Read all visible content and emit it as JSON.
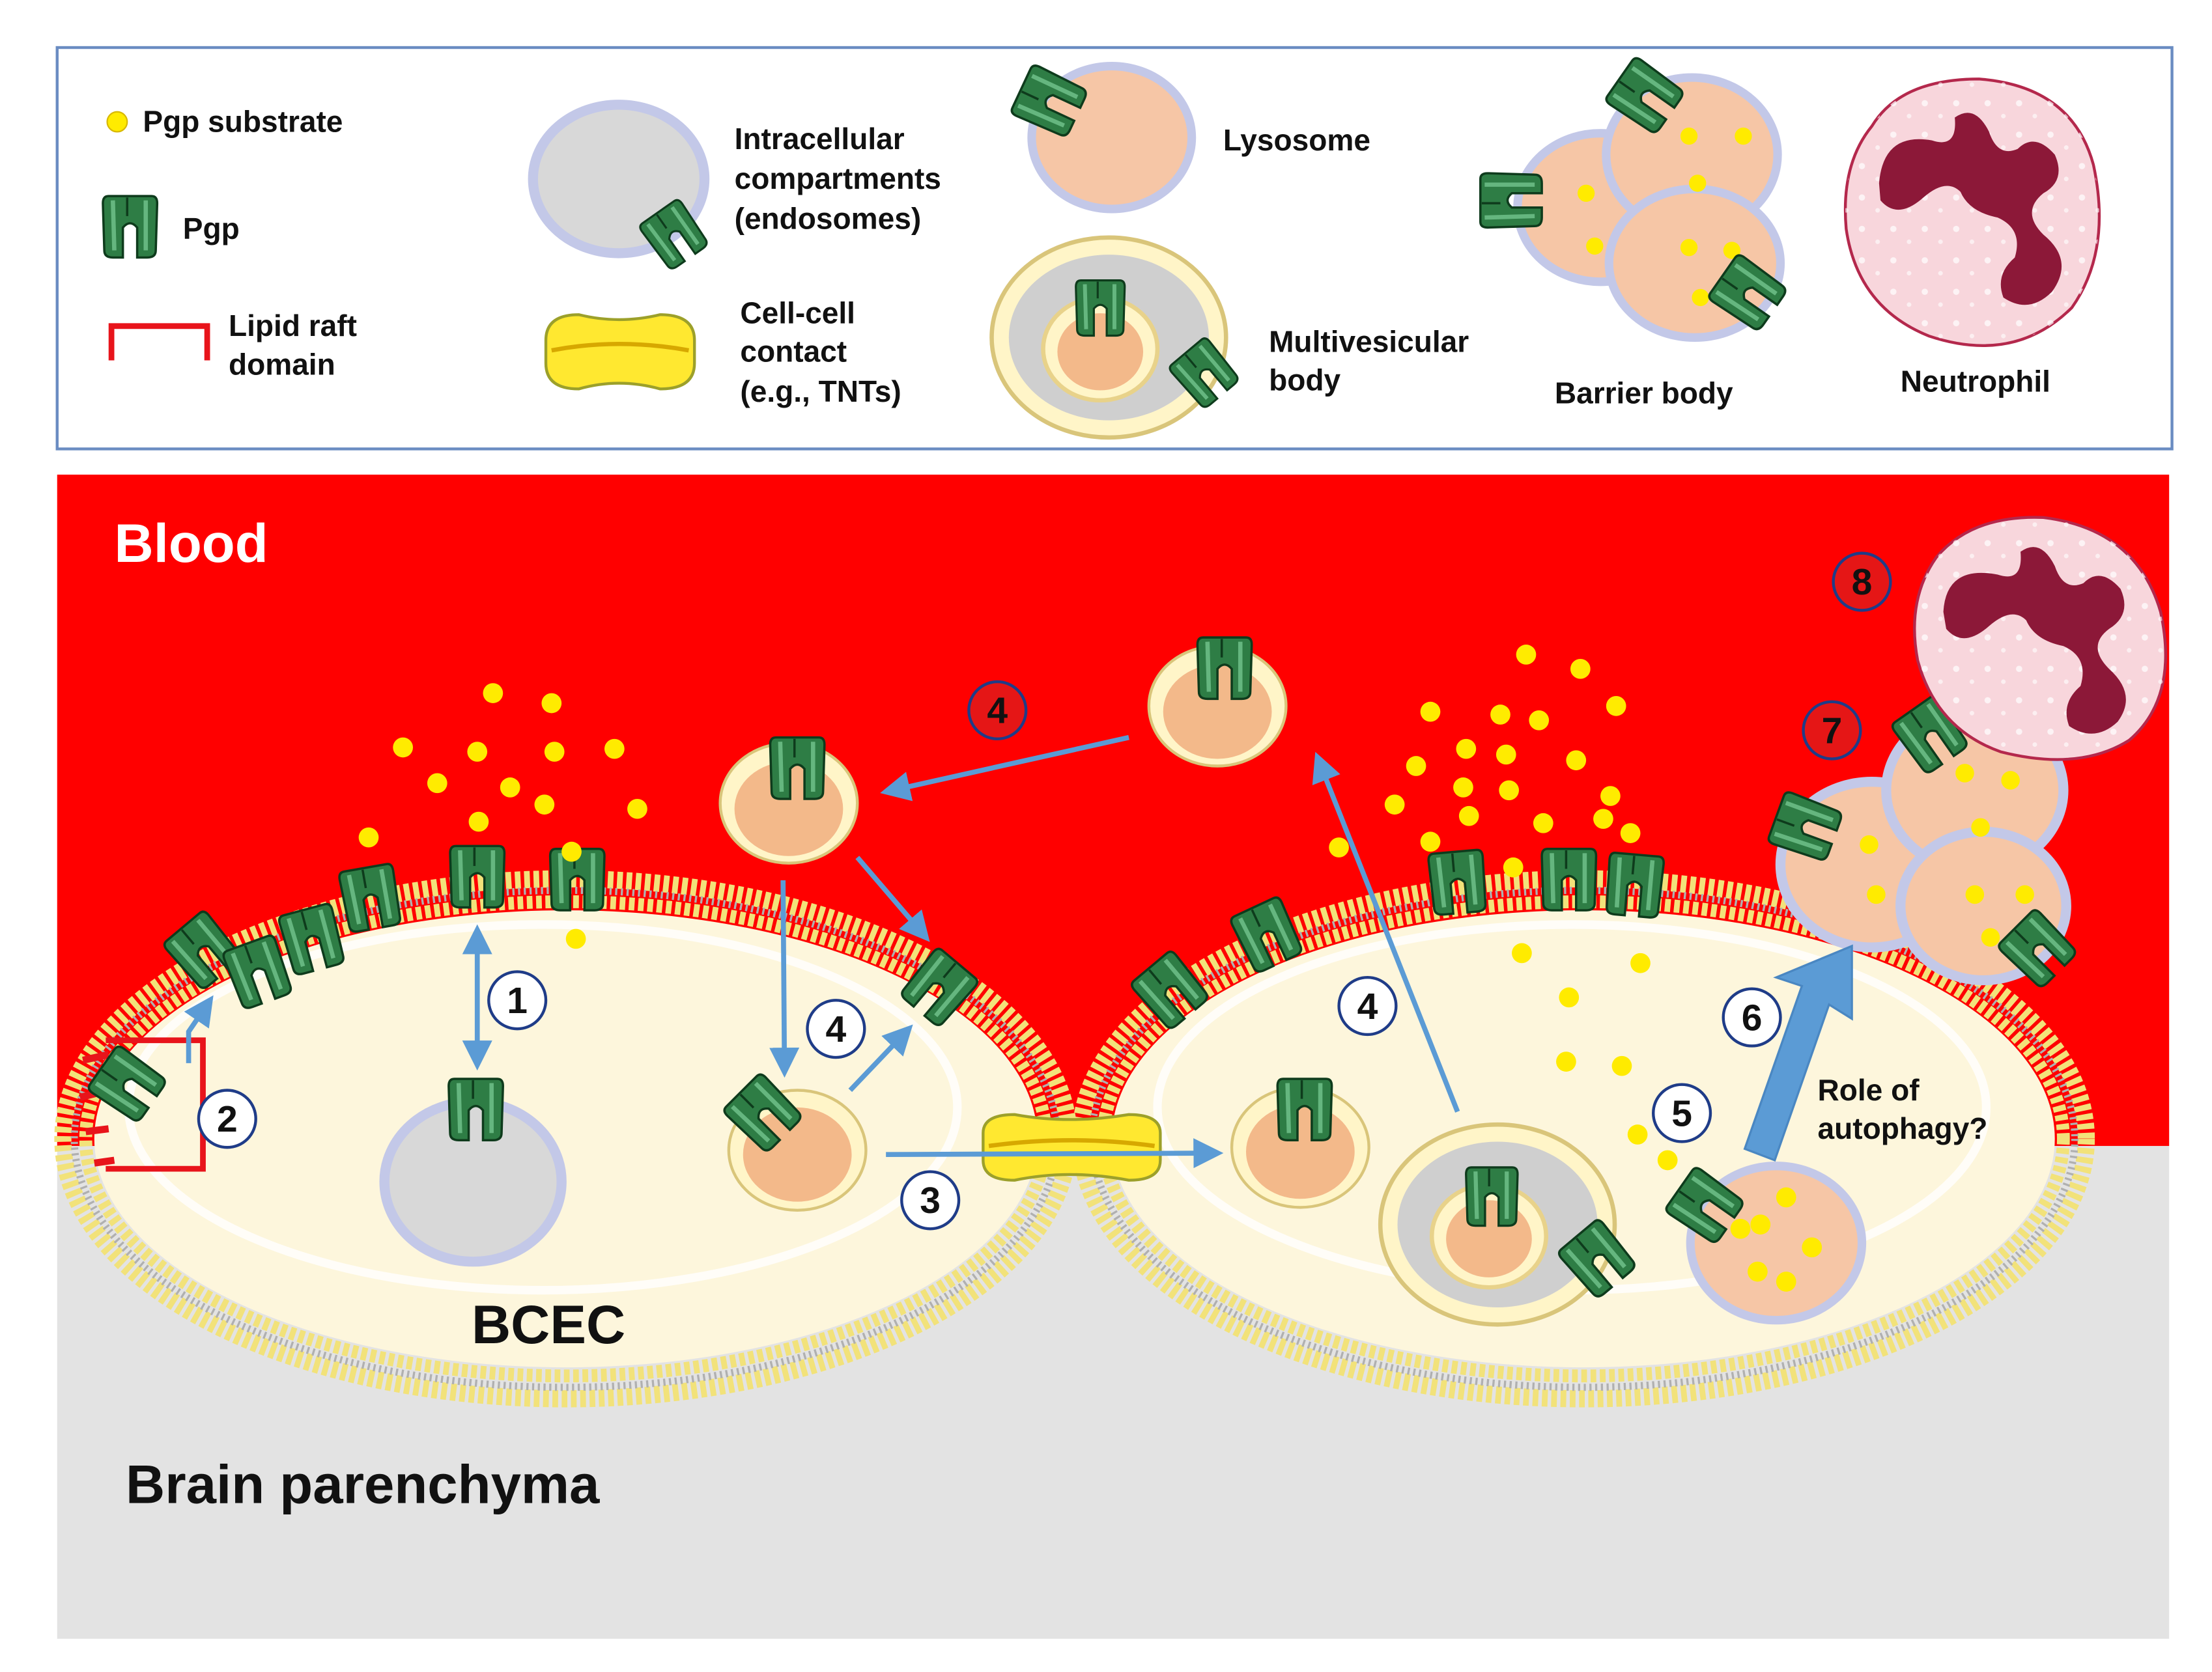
{
  "legend": {
    "pgp_substrate": "Pgp substrate",
    "pgp": "Pgp",
    "lipid_raft_line1": "Lipid raft",
    "lipid_raft_line2": "domain",
    "intracellular_line1": "Intracellular",
    "intracellular_line2": "compartments",
    "intracellular_line3": "(endosomes)",
    "cellcell_line1": "Cell-cell",
    "cellcell_line2": "contact",
    "cellcell_line3": "(e.g., TNTs)",
    "lysosome": "Lysosome",
    "mvb_line1": "Multivesicular",
    "mvb_line2": "body",
    "barrier_body": "Barrier body",
    "neutrophil": "Neutrophil"
  },
  "regions": {
    "blood": "Blood",
    "brain": "Brain parenchyma",
    "bcec": "BCEC"
  },
  "steps": {
    "s1": "1",
    "s2": "2",
    "s3": "3",
    "s4": "4",
    "s5": "5",
    "s6": "6",
    "s7": "7",
    "s8": "8"
  },
  "autophagy_line1": "Role of",
  "autophagy_line2": "autophagy?",
  "colors": {
    "blood": "#ff0000",
    "brain": "#e3e3e3",
    "cytoplasm": "#fdf6dc",
    "pgp": "#2e7d45",
    "substrate": "#ffeb00",
    "arrow": "#5b9bd5",
    "lysosome": "#f6c6a6",
    "legend_border": "#6a8cc2"
  }
}
